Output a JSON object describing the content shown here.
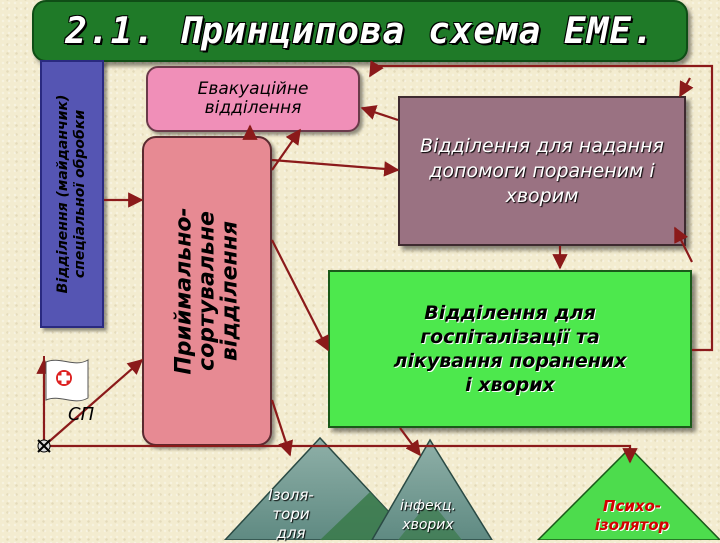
{
  "title": "2.1. Принципова схема ЕМЕ.",
  "nodes": {
    "special_treatment": [
      "Відділення (майданчик)",
      "спеціальної обробки"
    ],
    "evacuation": [
      "Евакуаційне",
      "відділення"
    ],
    "receiving": [
      "Приймально-",
      "сортувальне",
      "відділення"
    ],
    "care": [
      "Відділення для надання",
      "допомоги пораненим і",
      "хворим"
    ],
    "hospital": [
      "Відділення для",
      "госпіталізації та",
      "лікування  поранених",
      "і хворих"
    ],
    "sp": "СП",
    "isolators": [
      "Ізоля-",
      "тори",
      "для"
    ],
    "infectious": [
      "інфекц.",
      "хворих"
    ],
    "psycho": [
      "Психо-",
      "ізолятор"
    ]
  }
}
